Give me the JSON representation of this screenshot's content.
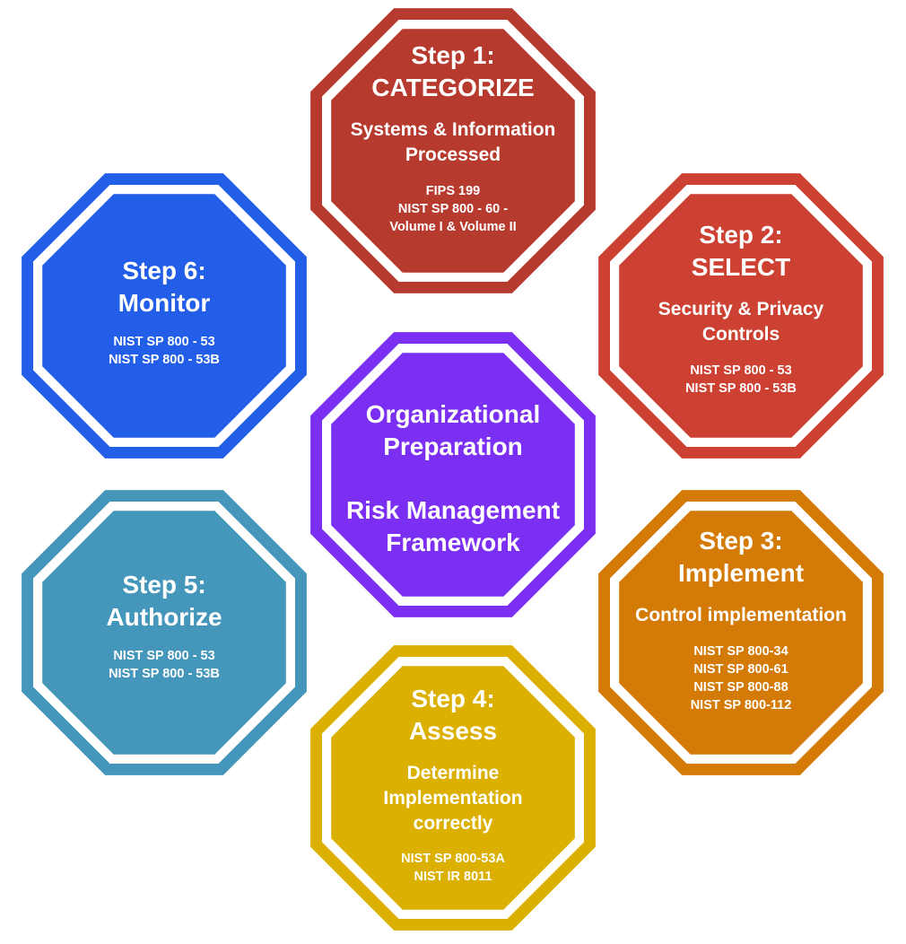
{
  "center": {
    "title_lines": [
      "Organizational",
      "Preparation"
    ],
    "subtitle_lines": [
      "Risk Management",
      "Framework"
    ],
    "color": "#7a2ff2"
  },
  "steps": [
    {
      "title_lines": [
        "Step 1:",
        "CATEGORIZE"
      ],
      "subtitle_lines": [
        "Systems & Information",
        "Processed"
      ],
      "refs": [
        "FIPS 199",
        "NIST SP 800 - 60 -",
        "Volume I & Volume II"
      ],
      "color": "#b73a2e"
    },
    {
      "title_lines": [
        "Step 2:",
        "SELECT"
      ],
      "subtitle_lines": [
        "Security & Privacy",
        "Controls"
      ],
      "refs": [
        "NIST SP 800 - 53",
        "NIST SP 800 - 53B"
      ],
      "color": "#cc4131"
    },
    {
      "title_lines": [
        "Step 3:",
        "Implement"
      ],
      "subtitle_lines": [
        "Control implementation"
      ],
      "refs": [
        "NIST SP 800-34",
        "NIST SP 800-61",
        "NIST SP 800-88",
        "NIST SP 800-112"
      ],
      "color": "#d47a06"
    },
    {
      "title_lines": [
        "Step 4:",
        "Assess"
      ],
      "subtitle_lines": [
        "Determine",
        "Implementation",
        "correctly"
      ],
      "refs": [
        "NIST SP 800-53A",
        "NIST IR 8011"
      ],
      "color": "#dbb000"
    },
    {
      "title_lines": [
        "Step 5:",
        "Authorize"
      ],
      "subtitle_lines": [],
      "refs": [
        "NIST SP 800 - 53",
        "NIST SP 800 - 53B"
      ],
      "color": "#4497bb"
    },
    {
      "title_lines": [
        "Step 6:",
        "Monitor"
      ],
      "subtitle_lines": [],
      "refs": [
        "NIST SP 800 - 53",
        "NIST SP 800 - 53B"
      ],
      "color": "#225ee8"
    }
  ]
}
